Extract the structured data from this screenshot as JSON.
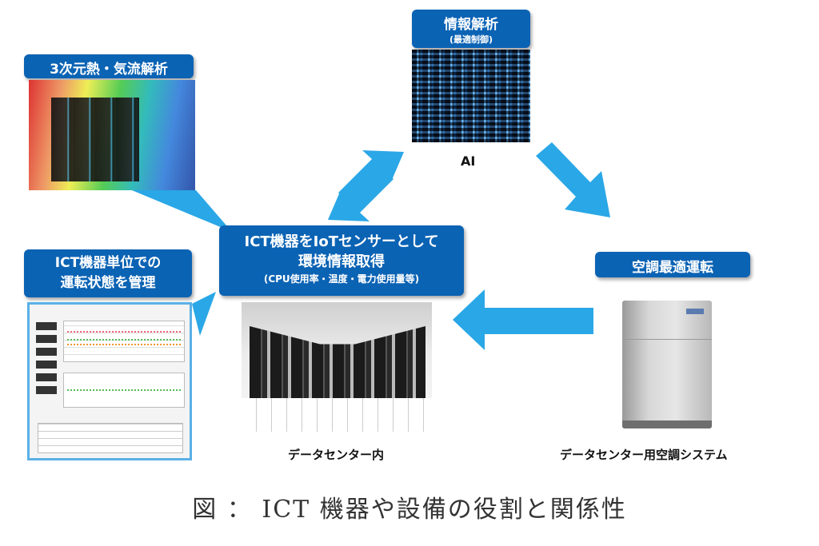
{
  "labels": {
    "analysis_title": "情報解析",
    "analysis_sub": "(最適制御)",
    "thermal": "3次元熱・気流解析",
    "ict_monitor_l1": "ICT機器単位での",
    "ict_monitor_l2": "運転状態を管理",
    "iot_l1": "ICT機器をIoTセンサーとして",
    "iot_l2": "環境情報取得",
    "iot_sub": "(CPU使用率・温度・電力使用量等)",
    "hvac": "空調最適運転"
  },
  "captions": {
    "ai": "AI",
    "dc_inside": "データセンター内",
    "dc_hvac": "データセンター用空調システム"
  },
  "figure_caption": "図 ： ICT 機器や設備の役割と関係性",
  "colors": {
    "label_blue": "#0b63b4",
    "arrow_blue": "#2aa7e6"
  }
}
